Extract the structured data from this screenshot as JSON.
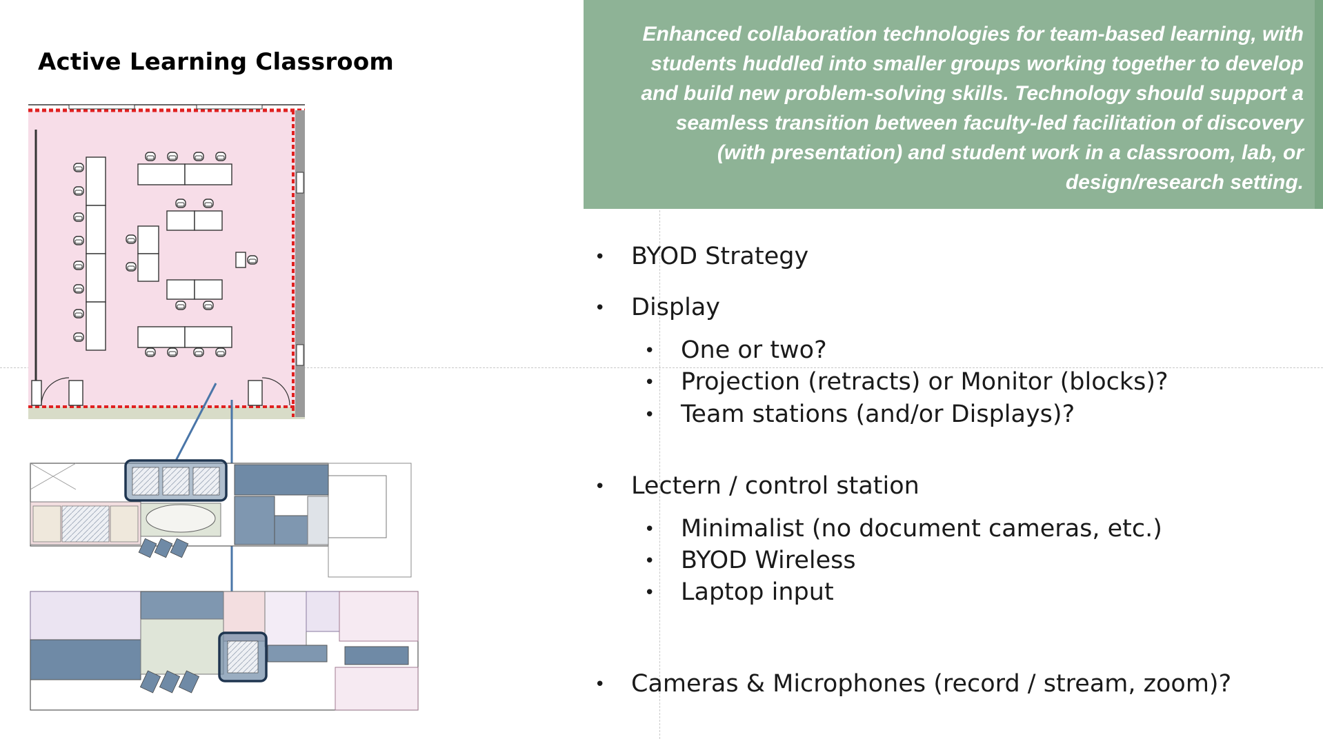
{
  "slide": {
    "title": "Active Learning Classroom",
    "banner_lines": [
      "Enhanced collaboration technologies for team-based learning, with",
      "students huddled into smaller groups working together to develop",
      "and build new problem-solving skills. Technology should support a",
      "seamless transition between faculty-led facilitation of discovery",
      "(with presentation) and student work in a classroom, lab, or",
      "design/research setting."
    ],
    "bullet_glyph": "•",
    "bullets": {
      "byod": "BYOD Strategy",
      "display": "Display",
      "display_sub": [
        "One or two?",
        "Projection (retracts) or Monitor (blocks)?",
        "Team stations (and/or Displays)?"
      ],
      "lectern": "Lectern / control station",
      "lectern_sub": [
        "Minimalist (no document cameras, etc.)",
        "BYOD Wireless",
        "Laptop input"
      ],
      "cameras": "Cameras & Microphones (record / stream, zoom)?"
    }
  },
  "colors": {
    "banner_bg": "#8eb396",
    "room_fill": "#f7dde8",
    "wall_red": "#e02020",
    "highlight_blue": "#5a7a99",
    "connector": "#4a76a8"
  }
}
